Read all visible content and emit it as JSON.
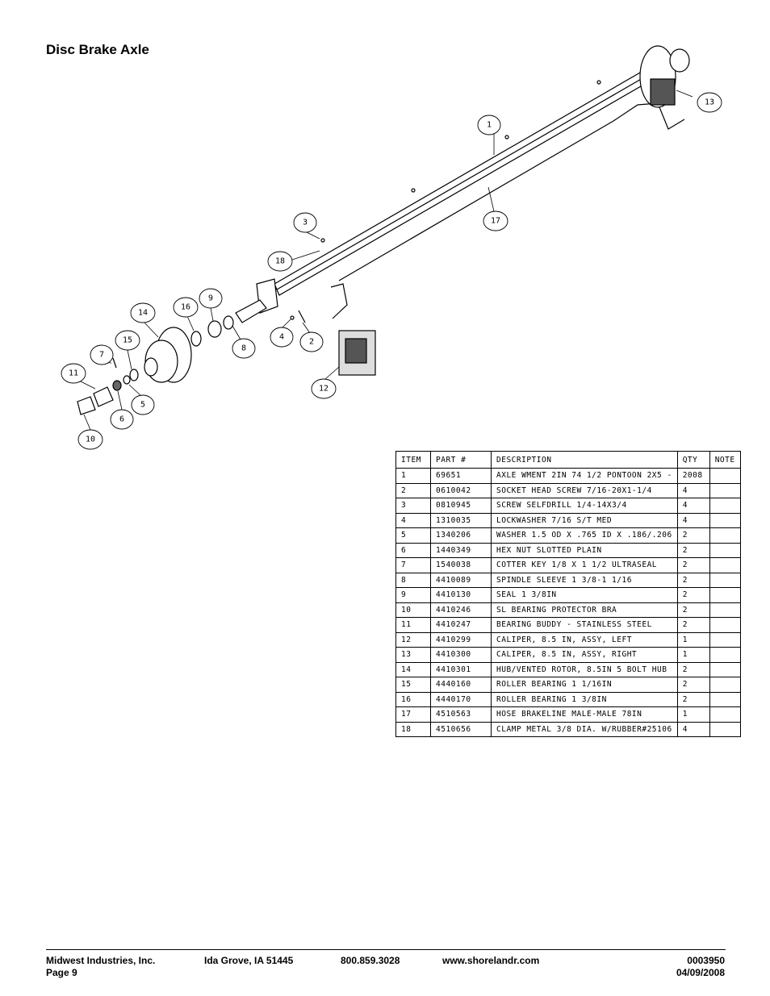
{
  "title": "Disc Brake Axle",
  "callouts": [
    "1",
    "2",
    "3",
    "4",
    "5",
    "6",
    "7",
    "8",
    "9",
    "10",
    "11",
    "12",
    "13",
    "14",
    "15",
    "16",
    "17",
    "18"
  ],
  "table": {
    "headers": [
      "ITEM",
      "PART #",
      "DESCRIPTION",
      "QTY",
      "NOTE"
    ],
    "rows": [
      [
        "1",
        "69651",
        "AXLE WMENT 2IN  74 1/2 PONTOON 2X5 -",
        "2008",
        ""
      ],
      [
        "2",
        "0610042",
        "SOCKET HEAD SCREW 7/16-20X1-1/4",
        "4",
        ""
      ],
      [
        "3",
        "0810945",
        "SCREW SELFDRILL  1/4-14X3/4",
        "4",
        ""
      ],
      [
        "4",
        "1310035",
        "LOCKWASHER 7/16 S/T MED",
        "4",
        ""
      ],
      [
        "5",
        "1340206",
        "WASHER 1.5 OD X .765 ID X .186/.206",
        "2",
        ""
      ],
      [
        "6",
        "1440349",
        "HEX NUT SLOTTED PLAIN",
        "2",
        ""
      ],
      [
        "7",
        "1540038",
        "COTTER KEY 1/8 X 1 1/2 ULTRASEAL",
        "2",
        ""
      ],
      [
        "8",
        "4410089",
        "SPINDLE SLEEVE  1 3/8-1 1/16",
        "2",
        ""
      ],
      [
        "9",
        "4410130",
        "SEAL  1 3/8IN",
        "2",
        ""
      ],
      [
        "10",
        "4410246",
        "SL BEARING PROTECTOR BRA",
        "2",
        ""
      ],
      [
        "11",
        "4410247",
        "BEARING BUDDY - STAINLESS STEEL",
        "2",
        ""
      ],
      [
        "12",
        "4410299",
        "CALIPER, 8.5 IN, ASSY, LEFT",
        "1",
        ""
      ],
      [
        "13",
        "4410300",
        "CALIPER, 8.5 IN, ASSY, RIGHT",
        "1",
        ""
      ],
      [
        "14",
        "4410301",
        "HUB/VENTED ROTOR, 8.5IN  5 BOLT HUB",
        "2",
        ""
      ],
      [
        "15",
        "4440160",
        "ROLLER BEARING   1 1/16IN",
        "2",
        ""
      ],
      [
        "16",
        "4440170",
        "ROLLER BEARING   1 3/8IN",
        "2",
        ""
      ],
      [
        "17",
        "4510563",
        "HOSE BRAKELINE MALE-MALE 78IN",
        "1",
        ""
      ],
      [
        "18",
        "4510656",
        "CLAMP METAL 3/8 DIA. W/RUBBER#25106",
        "4",
        ""
      ]
    ]
  },
  "footer": {
    "company": "Midwest Industries, Inc.",
    "page": "Page 9",
    "city": "Ida Grove, IA  51445",
    "phone": "800.859.3028",
    "website": "www.shorelandr.com",
    "doc_number": "0003950",
    "date": "04/09/2008"
  }
}
